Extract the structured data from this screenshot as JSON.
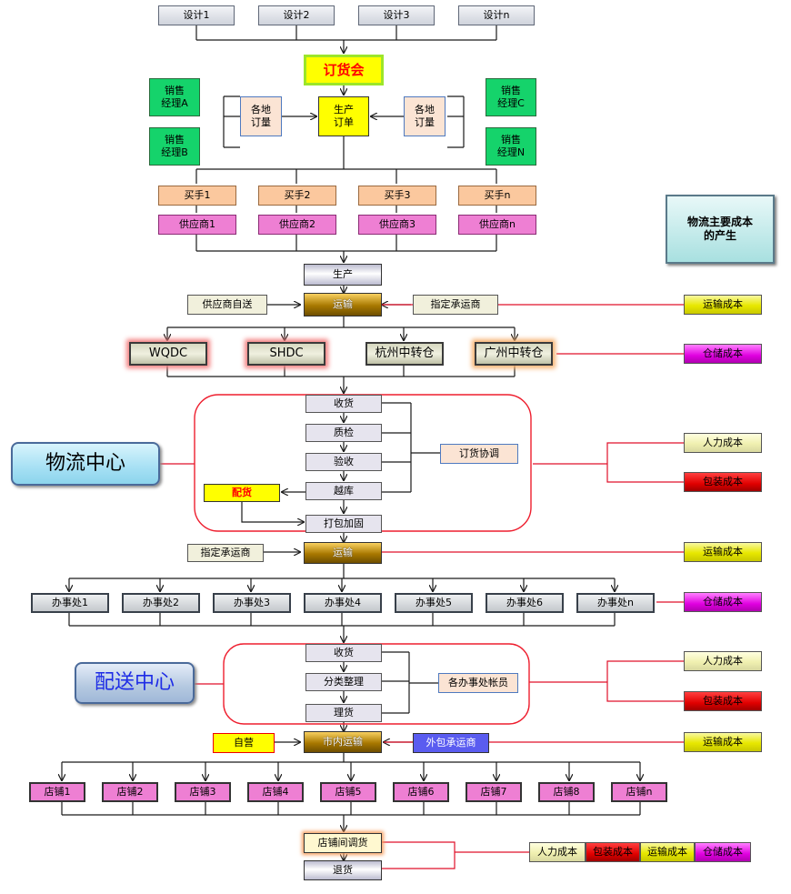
{
  "designs": [
    "设计1",
    "设计2",
    "设计3",
    "设计n"
  ],
  "order_fair": "订货会",
  "sales_managers": {
    "a": "销售\n经理A",
    "b": "销售\n经理B",
    "c": "销售\n经理C",
    "n": "销售\n经理N"
  },
  "local_orders_left": "各地\n订量",
  "local_orders_right": "各地\n订量",
  "production_order": "生产\n订单",
  "buyers": [
    "买手1",
    "买手2",
    "买手3",
    "买手n"
  ],
  "suppliers": [
    "供应商1",
    "供应商2",
    "供应商3",
    "供应商n"
  ],
  "production": "生产",
  "transport_1": {
    "left": "供应商自送",
    "center": "运输",
    "right": "指定承运商"
  },
  "warehouses": [
    "WQDC",
    "SHDC",
    "杭州中转仓",
    "广州中转仓"
  ],
  "logistics_center": {
    "title": "物流中心",
    "steps": [
      "收货",
      "质检",
      "验收",
      "越库",
      "打包加固"
    ],
    "side": "订货协调",
    "allocation": "配货"
  },
  "transport_2": {
    "left": "指定承运商",
    "center": "运输"
  },
  "offices": [
    "办事处1",
    "办事处2",
    "办事处3",
    "办事处4",
    "办事处5",
    "办事处6",
    "办事处n"
  ],
  "distribution_center": {
    "title": "配送中心",
    "steps": [
      "收货",
      "分类整理",
      "理货"
    ],
    "side": "各办事处帐员"
  },
  "city_transport": {
    "left": "自营",
    "center": "市内运输",
    "right": "外包承运商"
  },
  "stores": [
    "店铺1",
    "店铺2",
    "店铺3",
    "店铺4",
    "店铺5",
    "店铺6",
    "店铺7",
    "店铺8",
    "店铺n"
  ],
  "store_transfer": "店铺间调货",
  "returns": "退货",
  "legend": "物流主要成本\n的产生",
  "costs": {
    "transport": "运输成本",
    "storage": "仓储成本",
    "labor": "人力成本",
    "packaging": "包装成本"
  },
  "cost_row": [
    "人力成本",
    "包装成本",
    "运输成本",
    "仓储成本"
  ],
  "colors": {
    "line_red": "#e0102a",
    "connector": "#1a1a1a",
    "container_red": "#ee1e2e"
  }
}
